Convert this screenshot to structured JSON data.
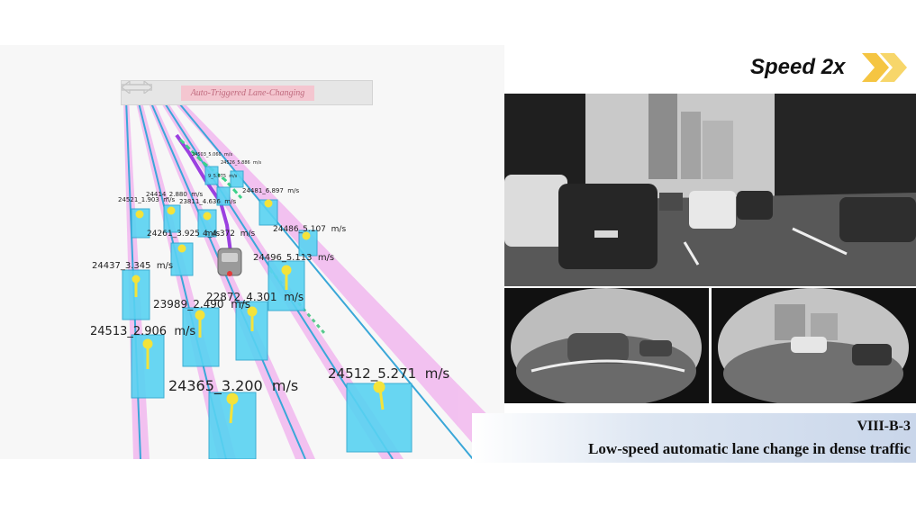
{
  "banner": {
    "label": "Auto-Triggered Lane-Changing"
  },
  "vehicles": [
    {
      "id": "24437",
      "speed": "3.345",
      "unit": "m/s"
    },
    {
      "id": "23989",
      "speed": "2.490",
      "unit": "m/s"
    },
    {
      "id": "22872",
      "speed": "4.301",
      "unit": "m/s"
    },
    {
      "id": "24496",
      "speed": "5.113",
      "unit": "m/s"
    },
    {
      "id": "24513",
      "speed": "2.906",
      "unit": "m/s"
    },
    {
      "id": "24365",
      "speed": "3.200",
      "unit": "m/s"
    },
    {
      "id": "24512",
      "speed": "5.271",
      "unit": "m/s"
    },
    {
      "id": "24486",
      "speed": "5.107",
      "unit": "m/s"
    },
    {
      "id": "24521",
      "speed": "1.903",
      "unit": "m/s"
    },
    {
      "id": "24414",
      "speed": "2.880",
      "unit": "m/s"
    },
    {
      "id": "23811",
      "speed": "4.636",
      "unit": "m/s"
    },
    {
      "id": "24261",
      "speed": "3.925",
      "unit": "m/s"
    },
    {
      "id": "4",
      "speed": "4.372",
      "unit": "m/s"
    },
    {
      "id": "24481",
      "speed": "6.897",
      "unit": "m/s"
    },
    {
      "id": "24526",
      "speed": "5.886",
      "unit": "m/s"
    },
    {
      "id": "9",
      "speed": "5.675",
      "unit": "m/s"
    },
    {
      "id": "24503",
      "speed": "5.060",
      "unit": "m/s"
    }
  ],
  "speed": {
    "label": "Speed 2x"
  },
  "caption": {
    "line1": "VIII-B-3",
    "line2": "Low-speed automatic lane change in dense traffic"
  },
  "colors": {
    "lane_pink": "#f3a8ee",
    "lane_blue": "#3aa7d8",
    "box_cyan": "#5fd6f2",
    "chevron": "#f5c542"
  }
}
